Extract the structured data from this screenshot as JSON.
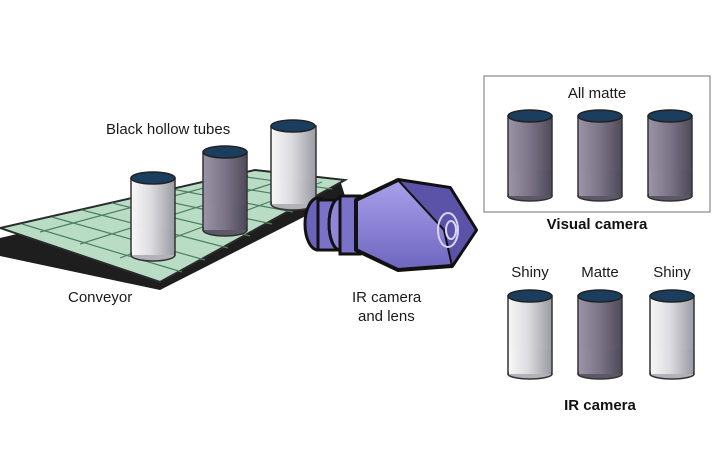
{
  "labels": {
    "tubes": "Black hollow tubes",
    "conveyor": "Conveyor",
    "ir_camera_line1": "IR camera",
    "ir_camera_line2": "and lens",
    "all_matte": "All matte",
    "visual_camera": "Visual camera",
    "ir_camera_title": "IR camera",
    "shiny_left": "Shiny",
    "matte_center": "Matte",
    "shiny_right": "Shiny"
  },
  "colors": {
    "conveyor_green": "#b9dcc4",
    "conveyor_line": "#4f7f63",
    "tube_shiny": "#e3e3e6",
    "tube_matte": "#7e7888",
    "tube_top": "#1b3e5e",
    "camera_purple": "#8f86d6",
    "camera_dark": "#5b53a8"
  },
  "icons": {
    "camera": "ir-camera-icon",
    "tube": "cylinder-tube-icon"
  }
}
